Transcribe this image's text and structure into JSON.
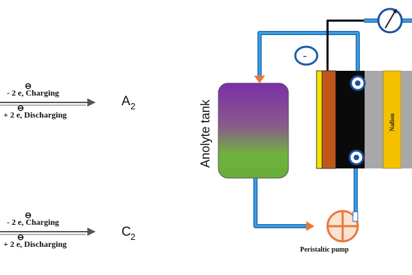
{
  "reactions": [
    {
      "charging_label": "- 2 e, Charging",
      "discharging_label": "+ 2 e, Discharging",
      "product_main": "A",
      "product_sub": "2"
    },
    {
      "charging_label": "- 2 e, Charging",
      "discharging_label": "+ 2 e, Discharging",
      "product_main": "C",
      "product_sub": "2"
    }
  ],
  "electron_symbol": "⊖",
  "tank": {
    "label": "Anolyte tank"
  },
  "cell": {
    "membrane_label": "Nafion",
    "electrode_sign": "-"
  },
  "pump": {
    "label": "Peristaltic pump"
  },
  "colors": {
    "tube": "#2b8fd6",
    "tube_dark": "#1a5fa8",
    "tank_top": "#7a2fa8",
    "tank_bottom": "#6fb33f",
    "electrode_copper": "#c0561a",
    "electrode_black": "#0a0a0a",
    "membrane": "#f5c000",
    "gasket": "#a8a8a8",
    "current_collector_yellow": "#f4e400",
    "pump_orange": "#e8783a"
  },
  "icons": [
    "meter-icon",
    "pump-icon",
    "flow-arrow-icon",
    "inlet-port-icon",
    "outlet-port-icon"
  ]
}
